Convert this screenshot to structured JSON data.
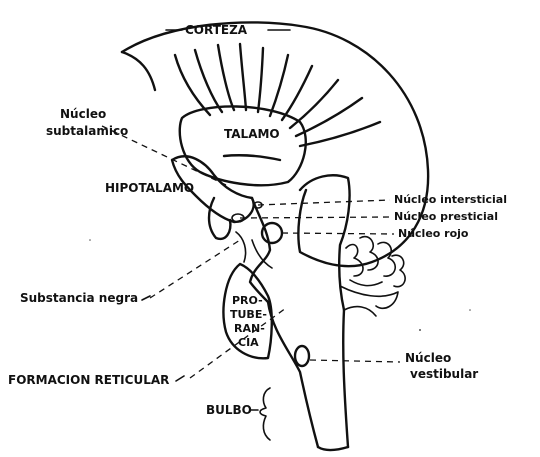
{
  "labels": {
    "corteza": "CORTEZA",
    "talamo": "TALAMO",
    "nucleo_subtalamico_1": "Núcleo",
    "nucleo_subtalamico_2": "subtalamico",
    "hipotalamo": "HIPOTALAMO",
    "nucleo_intersticial": "Núcleo intersticial",
    "nucleo_presticial": "Núcleo presticial",
    "nucleo_rojo": "Núcleo rojo",
    "substancia_negra": "Substancia negra",
    "protuberancia_1": "PRO-",
    "protuberancia_2": "TUBE-",
    "protuberancia_3": "RAN-",
    "protuberancia_4": "CIA",
    "formacion_reticular": "FORMACION RETICULAR",
    "nucleo_vestibular_1": "Núcleo",
    "nucleo_vestibular_2": "vestibular",
    "bulbo": "BULBO"
  },
  "colors": {
    "ink": "#111111",
    "paper": "#ffffff"
  }
}
